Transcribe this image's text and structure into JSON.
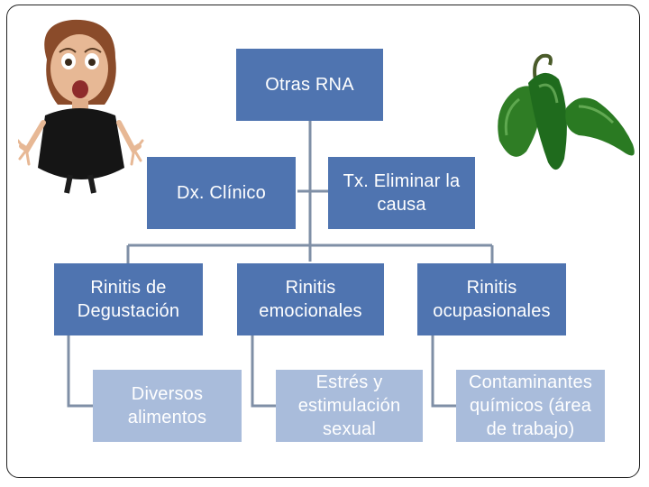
{
  "diagram": {
    "root": "Otras RNA",
    "left_branch": "Dx. Clínico",
    "right_branch": "Tx. Eliminar la causa",
    "categories": [
      {
        "label": "Rinitis de Degustación",
        "detail": "Diversos alimentos"
      },
      {
        "label": "Rinitis emocionales",
        "detail": "Estrés y estimulación sexual"
      },
      {
        "label": "Rinitis ocupasionales",
        "detail": "Contaminantes químicos (área de trabajo)"
      }
    ]
  },
  "colors": {
    "box_dark": "#4f74b0",
    "box_light": "#a9bcdb",
    "connector": "#7f8fa6",
    "text": "#ffffff"
  },
  "images": {
    "left_photo": "surprised-woman-photo",
    "right_photo": "jalapeno-peppers-photo"
  }
}
